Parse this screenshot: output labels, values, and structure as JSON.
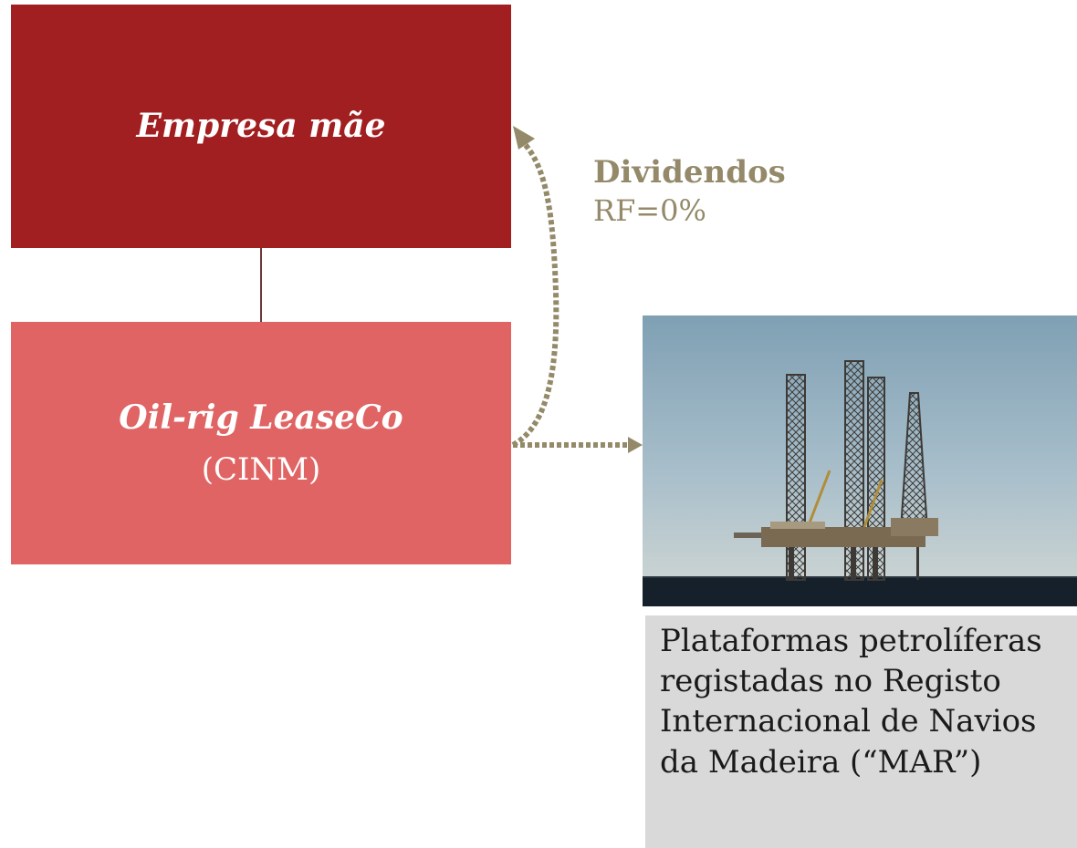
{
  "parent_company": {
    "label": "Empresa mãe",
    "color": "#a11f20"
  },
  "subsidiary": {
    "name": "Oil-rig LeaseCo",
    "regime": "(CINM)",
    "color": "#e06464"
  },
  "dividend_flow": {
    "title": "Dividendos",
    "rate": "RF=0%",
    "color": "#948a6a"
  },
  "asset": {
    "icon": "oil-rig-photo",
    "caption": "Plataformas petrolíferas\nregistadas no Registo\nInternacional de Navios\nda Madeira (“MAR”)"
  }
}
